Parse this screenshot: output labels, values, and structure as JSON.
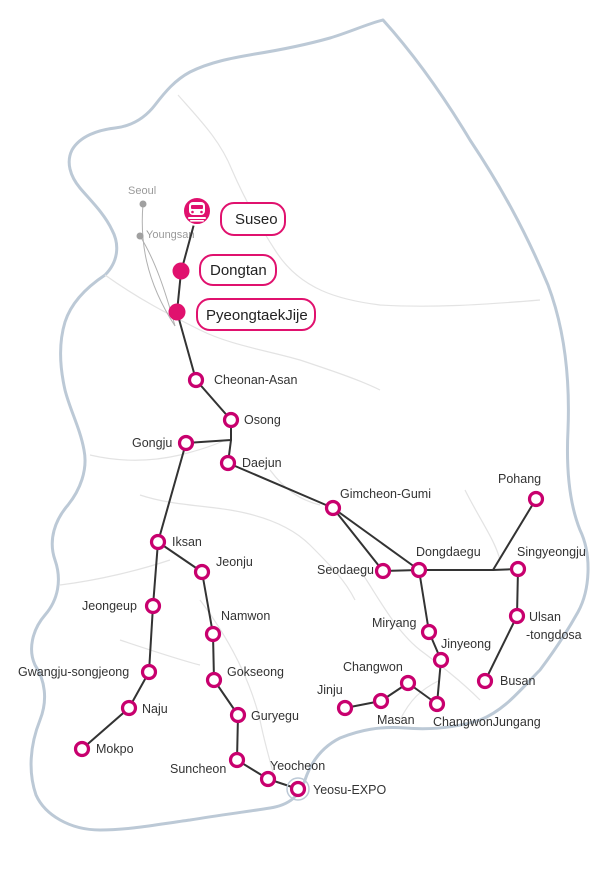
{
  "colors": {
    "station_ring": "#c8006e",
    "highlight": "#e0116e",
    "line": "#333333",
    "coast": "#bcc9d6",
    "province": "#e3e3e3",
    "reference": "#b0b0b0"
  },
  "reference_stations": {
    "seoul": "Seoul",
    "youngsan": "Youngsan"
  },
  "highlight_stations": {
    "suseo": {
      "label": "Suseo",
      "icon": "train-icon"
    },
    "dongtan": {
      "label": "Dongtan"
    },
    "pyeongtaek_jije": {
      "label": "PyeongtaekJije"
    }
  },
  "stations": {
    "cheonan_asan": "Cheonan-Asan",
    "osong": "Osong",
    "gongju": "Gongju",
    "daejun": "Daejun",
    "gimcheon_gumi": "Gimcheon-Gumi",
    "pohang": "Pohang",
    "iksan": "Iksan",
    "jeonju": "Jeonju",
    "seodaegu": "Seodaegu",
    "dongdaegu": "Dongdaegu",
    "singyeongju": "Singyeongju",
    "jeongeup": "Jeongeup",
    "namwon": "Namwon",
    "ulsan_line1": "Ulsan",
    "ulsan_line2": "-tongdosa",
    "miryang": "Miryang",
    "jinyeong": "Jinyeong",
    "gwangju_songjeong": "Gwangju-songjeong",
    "gokseong": "Gokseong",
    "changwon": "Changwon",
    "busan": "Busan",
    "naju": "Naju",
    "jinju": "Jinju",
    "masan": "Masan",
    "changwon_jungang": "ChangwonJungang",
    "guryegu": "Guryegu",
    "mokpo": "Mokpo",
    "suncheon": "Suncheon",
    "yeocheon": "Yeocheon",
    "yeosu_expo": "Yeosu-EXPO"
  }
}
